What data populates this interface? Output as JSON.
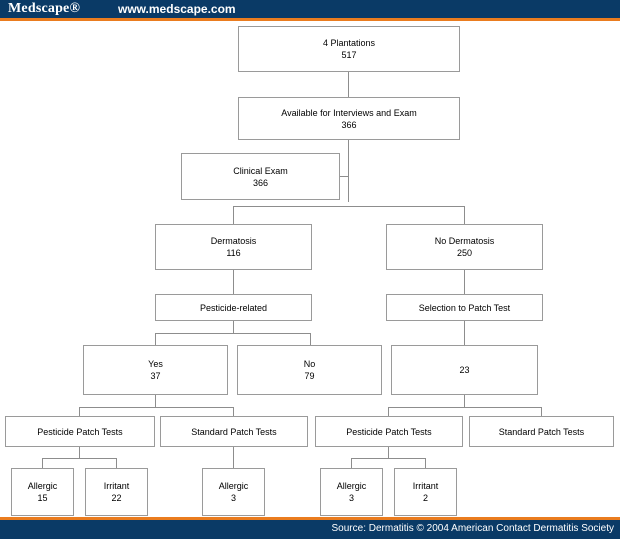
{
  "header": {
    "brand": "Medscape®",
    "url": "www.medscape.com",
    "bar_color": "#0a3a66",
    "accent_color": "#ea7c1f"
  },
  "footer": {
    "source": "Source: Dermatitis © 2004 American Contact Dermatitis Society"
  },
  "chart_data": {
    "type": "diagram",
    "title": "",
    "nodes": [
      {
        "id": "plantations",
        "label": "4 Plantations",
        "value": "517"
      },
      {
        "id": "available",
        "label": "Available for Interviews and Exam",
        "value": "366"
      },
      {
        "id": "clinical-exam",
        "label": "Clinical Exam",
        "value": "366"
      },
      {
        "id": "dermatosis",
        "label": "Dermatosis",
        "value": "116"
      },
      {
        "id": "no-dermatosis",
        "label": "No Dermatosis",
        "value": "250"
      },
      {
        "id": "pesticide-related",
        "label": "Pesticide-related",
        "value": ""
      },
      {
        "id": "selection-patch",
        "label": "Selection to Patch Test",
        "value": ""
      },
      {
        "id": "yes",
        "label": "Yes",
        "value": "37"
      },
      {
        "id": "no",
        "label": "No",
        "value": "79"
      },
      {
        "id": "selected-23",
        "label": "23",
        "value": ""
      },
      {
        "id": "pesticide-patch-1",
        "label": "Pesticide Patch Tests",
        "value": ""
      },
      {
        "id": "standard-patch-1",
        "label": "Standard Patch Tests",
        "value": ""
      },
      {
        "id": "pesticide-patch-2",
        "label": "Pesticide Patch Tests",
        "value": ""
      },
      {
        "id": "standard-patch-2",
        "label": "Standard Patch Tests",
        "value": ""
      },
      {
        "id": "allergic-15",
        "label": "Allergic",
        "value": "15"
      },
      {
        "id": "irritant-22",
        "label": "Irritant",
        "value": "22"
      },
      {
        "id": "allergic-3a",
        "label": "Allergic",
        "value": "3"
      },
      {
        "id": "allergic-3b",
        "label": "Allergic",
        "value": "3"
      },
      {
        "id": "irritant-2",
        "label": "Irritant",
        "value": "2"
      }
    ],
    "edges": [
      [
        "plantations",
        "available"
      ],
      [
        "available",
        "clinical-exam"
      ],
      [
        "clinical-exam",
        "dermatosis"
      ],
      [
        "clinical-exam",
        "no-dermatosis"
      ],
      [
        "dermatosis",
        "pesticide-related"
      ],
      [
        "no-dermatosis",
        "selection-patch"
      ],
      [
        "pesticide-related",
        "yes"
      ],
      [
        "pesticide-related",
        "no"
      ],
      [
        "selection-patch",
        "selected-23"
      ],
      [
        "yes",
        "pesticide-patch-1"
      ],
      [
        "yes",
        "standard-patch-1"
      ],
      [
        "selected-23",
        "pesticide-patch-2"
      ],
      [
        "selected-23",
        "standard-patch-2"
      ],
      [
        "pesticide-patch-1",
        "allergic-15"
      ],
      [
        "pesticide-patch-1",
        "irritant-22"
      ],
      [
        "standard-patch-1",
        "allergic-3a"
      ],
      [
        "pesticide-patch-2",
        "allergic-3b"
      ],
      [
        "pesticide-patch-2",
        "irritant-2"
      ]
    ],
    "box_border_color": "#9a9a9a",
    "connector_color": "#8d8d8d"
  }
}
